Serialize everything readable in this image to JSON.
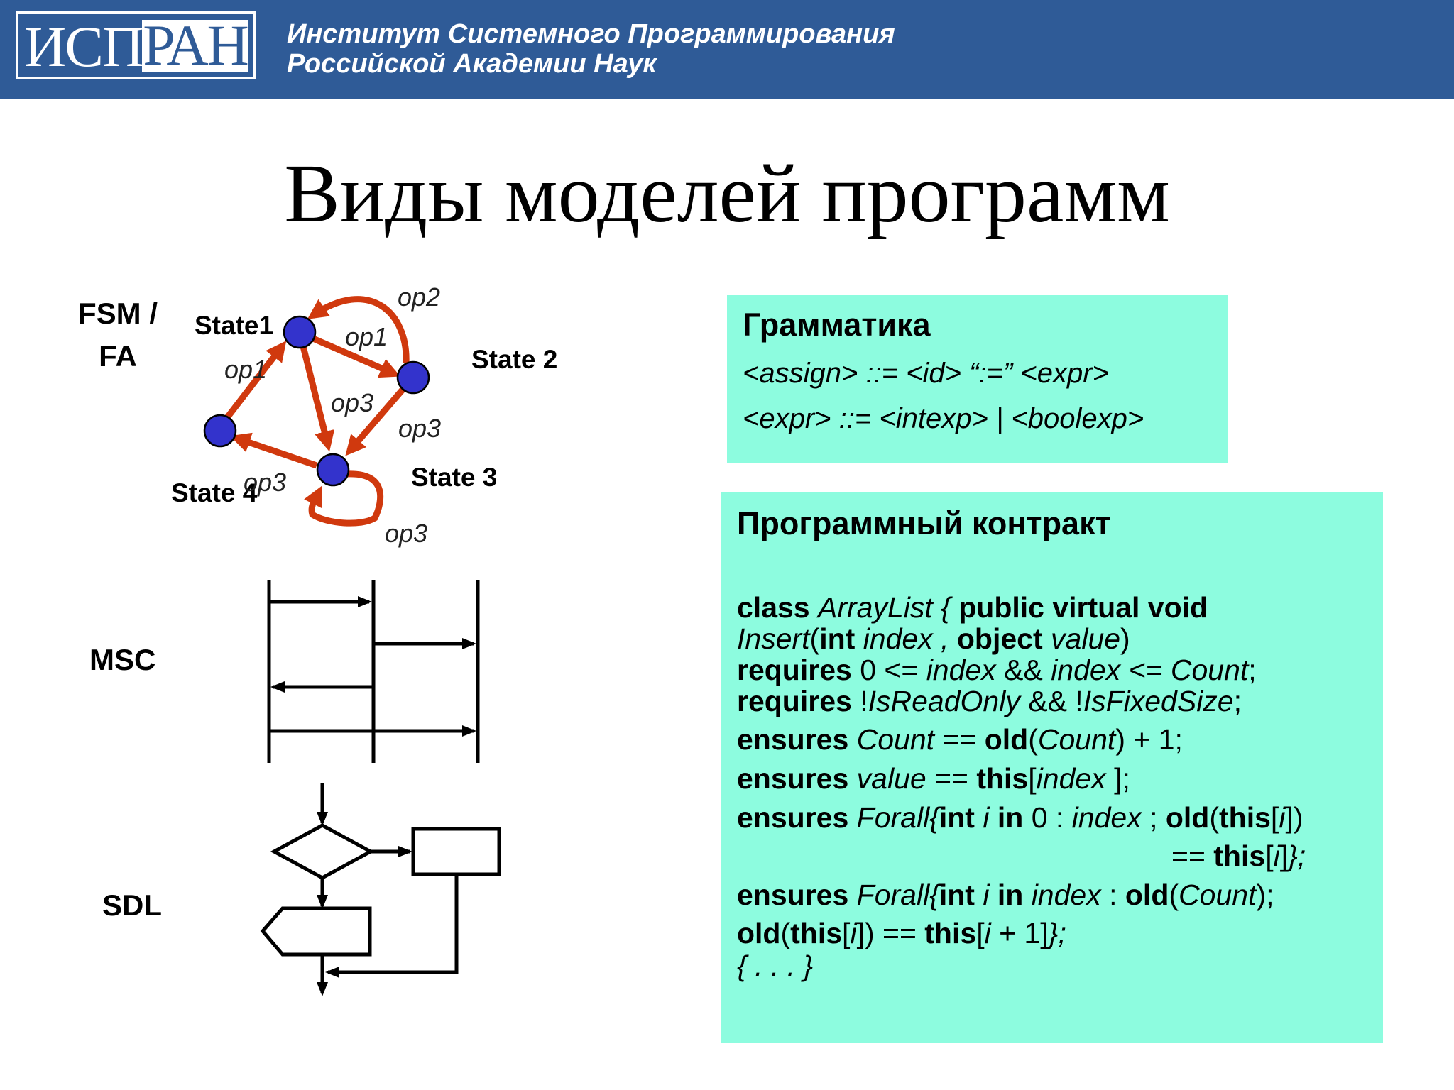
{
  "header": {
    "logo_left": "ИСП",
    "logo_right": "РАН",
    "institute_line1": "Институт Системного Программирования",
    "institute_line2": "Российской Академии Наук"
  },
  "title": "Виды моделей программ",
  "fsm": {
    "label_line1": "FSM /",
    "label_line2": "FA",
    "states": [
      "State1",
      "State 2",
      "State 3",
      "State 4"
    ],
    "ops": [
      "op2",
      "op1",
      "op1",
      "op3",
      "op3",
      "op3",
      "op3"
    ]
  },
  "msc": {
    "label": "MSC"
  },
  "sdl": {
    "label": "SDL"
  },
  "grammar": {
    "title": "Грамматика",
    "lines": [
      "<assign> ::= <id> “:=” <expr>",
      "<expr> ::= <intexp> | <boolexp>"
    ]
  },
  "contract": {
    "title": "Программный контракт",
    "lines": [
      [
        {
          "t": "class ",
          "s": "b"
        },
        {
          "t": "ArrayList { ",
          "s": "i"
        },
        {
          "t": "public virtual void",
          "s": "b"
        }
      ],
      [
        {
          "t": "Insert",
          "s": "i"
        },
        {
          "t": "(",
          "s": "n"
        },
        {
          "t": "int ",
          "s": "b"
        },
        {
          "t": "index , ",
          "s": "i"
        },
        {
          "t": "object ",
          "s": "b"
        },
        {
          "t": "value",
          "s": "i"
        },
        {
          "t": ")",
          "s": "n"
        }
      ],
      [
        {
          "t": "requires ",
          "s": "b"
        },
        {
          "t": "0 <= ",
          "s": "n"
        },
        {
          "t": "index",
          "s": "i"
        },
        {
          "t": " && ",
          "s": "n"
        },
        {
          "t": "index <= Count",
          "s": "i"
        },
        {
          "t": ";",
          "s": "n"
        }
      ],
      [
        {
          "t": "requires ",
          "s": "b"
        },
        {
          "t": "!",
          "s": "n"
        },
        {
          "t": "IsReadOnly",
          "s": "i"
        },
        {
          "t": " && !",
          "s": "n"
        },
        {
          "t": "IsFixedSize",
          "s": "i"
        },
        {
          "t": ";",
          "s": "n"
        }
      ],
      [
        {
          "t": "ensures ",
          "s": "b"
        },
        {
          "t": "Count",
          "s": "i"
        },
        {
          "t": " == ",
          "s": "n"
        },
        {
          "t": "old",
          "s": "b"
        },
        {
          "t": "(",
          "s": "n"
        },
        {
          "t": "Count",
          "s": "i"
        },
        {
          "t": ") + 1;",
          "s": "n"
        }
      ],
      [
        {
          "t": "ensures ",
          "s": "b"
        },
        {
          "t": "value",
          "s": "i"
        },
        {
          "t": " == ",
          "s": "n"
        },
        {
          "t": "this",
          "s": "b"
        },
        {
          "t": "[",
          "s": "n"
        },
        {
          "t": "index ",
          "s": "i"
        },
        {
          "t": "];",
          "s": "n"
        }
      ],
      [
        {
          "t": "ensures ",
          "s": "b"
        },
        {
          "t": "Forall{",
          "s": "i"
        },
        {
          "t": "int ",
          "s": "b"
        },
        {
          "t": "i ",
          "s": "i"
        },
        {
          "t": "in ",
          "s": "b"
        },
        {
          "t": "0 : ",
          "s": "n"
        },
        {
          "t": "index",
          "s": "i"
        },
        {
          "t": " ; ",
          "s": "n"
        },
        {
          "t": "old",
          "s": "b"
        },
        {
          "t": "(",
          "s": "n"
        },
        {
          "t": "this",
          "s": "b"
        },
        {
          "t": "[",
          "s": "n"
        },
        {
          "t": "i",
          "s": "i"
        },
        {
          "t": "])",
          "s": "n"
        }
      ],
      [
        {
          "t": "== ",
          "s": "n"
        },
        {
          "t": "this",
          "s": "b"
        },
        {
          "t": "[",
          "s": "n"
        },
        {
          "t": "i",
          "s": "i"
        },
        {
          "t": "]",
          "s": "n"
        },
        {
          "t": "};",
          "s": "i"
        }
      ],
      [
        {
          "t": "ensures ",
          "s": "b"
        },
        {
          "t": "Forall{",
          "s": "i"
        },
        {
          "t": "int ",
          "s": "b"
        },
        {
          "t": "i ",
          "s": "i"
        },
        {
          "t": "in ",
          "s": "b"
        },
        {
          "t": "index",
          "s": "i"
        },
        {
          "t": " : ",
          "s": "n"
        },
        {
          "t": "old",
          "s": "b"
        },
        {
          "t": "(",
          "s": "n"
        },
        {
          "t": "Count",
          "s": "i"
        },
        {
          "t": ");",
          "s": "n"
        }
      ],
      [
        {
          "t": "old",
          "s": "b"
        },
        {
          "t": "(",
          "s": "n"
        },
        {
          "t": "this",
          "s": "b"
        },
        {
          "t": "[",
          "s": "n"
        },
        {
          "t": "i",
          "s": "i"
        },
        {
          "t": "]) == ",
          "s": "n"
        },
        {
          "t": "this",
          "s": "b"
        },
        {
          "t": "[",
          "s": "n"
        },
        {
          "t": "i",
          "s": "i"
        },
        {
          "t": " + 1]",
          "s": "n"
        },
        {
          "t": "};",
          "s": "i"
        }
      ],
      [
        {
          "t": "{ . . . }",
          "s": "i"
        }
      ]
    ]
  },
  "colors": {
    "header_bg": "#2f5b97",
    "box_bg": "#8dfcdf",
    "arrow": "#d0390e",
    "node": "#3333cc"
  }
}
